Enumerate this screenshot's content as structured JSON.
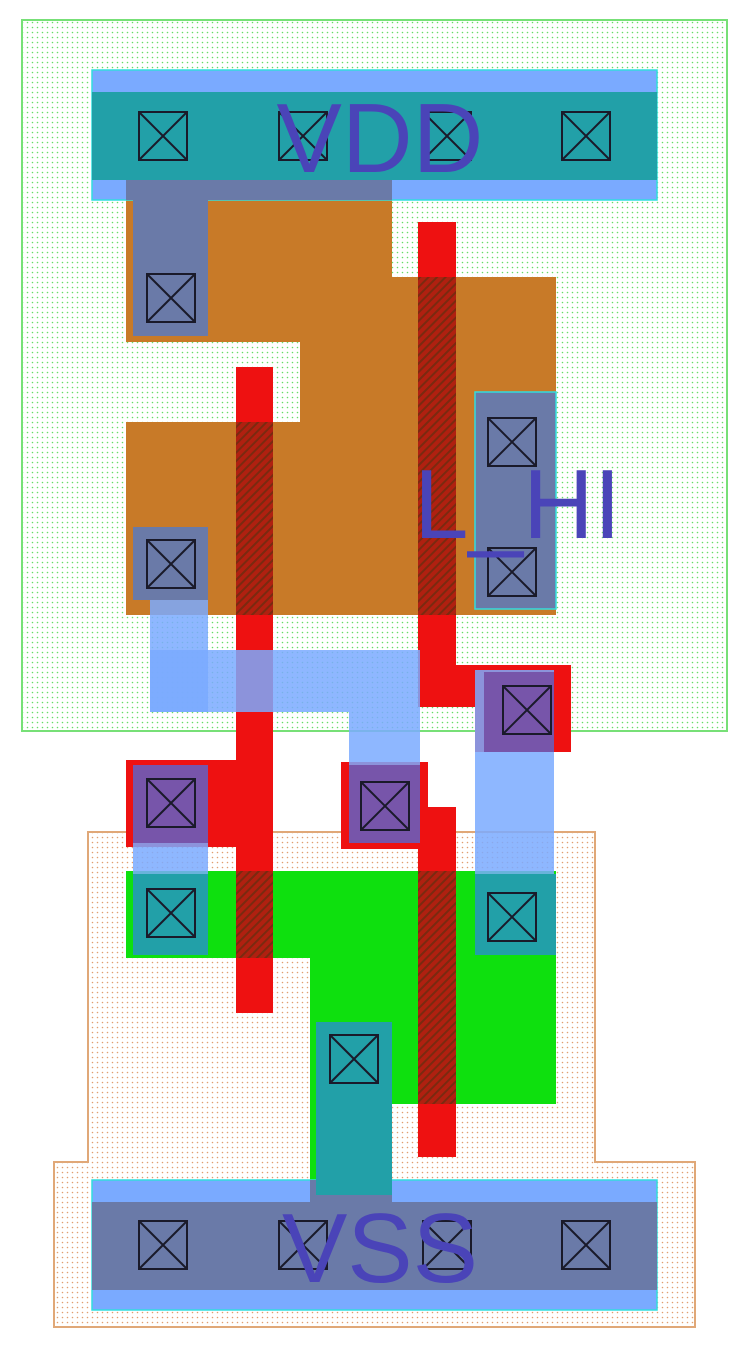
{
  "cell": {
    "labels": {
      "vdd": "VDD",
      "output": "L_HI",
      "vss": "VSS"
    }
  },
  "colors": {
    "nwell": "#66e066",
    "pwell": "#e0a070",
    "pdiff": "#c87a28",
    "ndiff": "#0ee00e",
    "poly": "#ee1111",
    "metal1": "#7aaaff",
    "contact_metal": "#6a7aa8",
    "poly_contact": "#7755aa",
    "diff_contact": "#22a0a8",
    "pin_outline": "#33dddd",
    "label": "#4a44b8"
  }
}
